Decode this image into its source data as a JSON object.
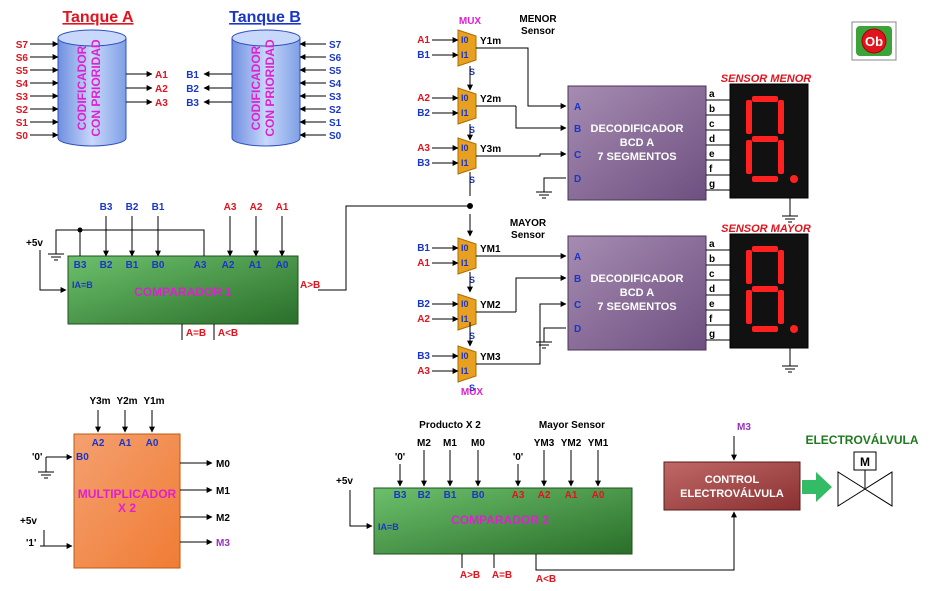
{
  "title_a": "Tanque A",
  "title_b": "Tanque B",
  "cylinder_label": [
    "CODIFICADOR",
    "CON PRIORIDAD"
  ],
  "enc_a_inputs": [
    "S7",
    "S6",
    "S5",
    "S4",
    "S3",
    "S2",
    "S1",
    "S0"
  ],
  "enc_a_outputs": [
    "A1",
    "A2",
    "A3"
  ],
  "enc_b_outputs": [
    "B1",
    "B2",
    "B3"
  ],
  "enc_b_inputs": [
    "S7",
    "S6",
    "S5",
    "S4",
    "S3",
    "S2",
    "S1",
    "S0"
  ],
  "mux_label": "MUX",
  "menor_sensor": [
    "MENOR",
    "Sensor"
  ],
  "mayor_sensor": [
    "MAYOR",
    "Sensor"
  ],
  "mux_pins": [
    "I0",
    "I1"
  ],
  "mux_select": "S",
  "menor_mux": [
    {
      "i0": "A1",
      "i1": "B1",
      "out": "Y1m"
    },
    {
      "i0": "A2",
      "i1": "B2",
      "out": "Y2m"
    },
    {
      "i0": "A3",
      "i1": "B3",
      "out": "Y3m"
    }
  ],
  "mayor_mux": [
    {
      "i0": "B1",
      "i1": "A1",
      "out": "YM1"
    },
    {
      "i0": "B2",
      "i1": "A2",
      "out": "YM2"
    },
    {
      "i0": "B3",
      "i1": "A3",
      "out": "YM3"
    }
  ],
  "decoder_label": [
    "DECODIFICADOR",
    "BCD A",
    "7 SEGMENTOS"
  ],
  "decoder_inputs": [
    "A",
    "B",
    "C",
    "D"
  ],
  "decoder_outputs": [
    "a",
    "b",
    "c",
    "d",
    "e",
    "f",
    "g"
  ],
  "sensor_menor": "SENSOR MENOR",
  "sensor_mayor": "SENSOR MAYOR",
  "display_digit": "8",
  "ob_badge": "Ob",
  "comp1": {
    "label": "COMPARADOR 1",
    "top_inputs_b": [
      "B3",
      "B2",
      "B1"
    ],
    "top_inputs_a": [
      "A3",
      "A2",
      "A1"
    ],
    "pins_b": [
      "B3",
      "B2",
      "B1",
      "B0"
    ],
    "pins_a": [
      "A3",
      "A2",
      "A1",
      "A0"
    ],
    "cascade": "IA=B",
    "out_gt": "A>B",
    "out_eq": "A=B",
    "out_lt": "A<B",
    "supply": "+5v"
  },
  "mult": {
    "label": [
      "MULTIPLICADOR",
      "X 2"
    ],
    "top_inputs": [
      "Y3m",
      "Y2m",
      "Y1m"
    ],
    "pins_a": [
      "A2",
      "A1",
      "A0"
    ],
    "pin_b0": "B0",
    "zero": "'0'",
    "one": "'1'",
    "supply": "+5v",
    "outputs": [
      "M0",
      "M1",
      "M2",
      "M3"
    ]
  },
  "comp2": {
    "label": "COMPARADOR 2",
    "group_producto": "Producto X 2",
    "group_mayor": "Mayor Sensor",
    "top_inputs_b": [
      "'0'",
      "M2",
      "M1",
      "M0"
    ],
    "top_inputs_a": [
      "'0'",
      "YM3",
      "YM2",
      "YM1"
    ],
    "pins_b": [
      "B3",
      "B2",
      "B1",
      "B0"
    ],
    "pins_a": [
      "A3",
      "A2",
      "A1",
      "A0"
    ],
    "cascade": "IA=B",
    "out_gt": "A>B",
    "out_eq": "A=B",
    "out_lt": "A<B",
    "supply": "+5v"
  },
  "control": {
    "label": [
      "CONTROL",
      "ELECTROVÁLVULA"
    ],
    "input": "M3"
  },
  "valve": {
    "title": "ELECTROVÁLVULA",
    "actuator": "M"
  },
  "colors": {
    "red": "#e0141e",
    "blue": "#1a36c8",
    "magenta": "#e020d0",
    "purple": "#9933bb",
    "green_title": "#1f7a1f",
    "cylinder": "#9bb8f0",
    "mux": "#e8a020",
    "comparator": "#3f9a3f",
    "multiplier": "#f08a40",
    "decoder": "#8a6c94",
    "control": "#a04848",
    "arrow": "#33bb66"
  }
}
